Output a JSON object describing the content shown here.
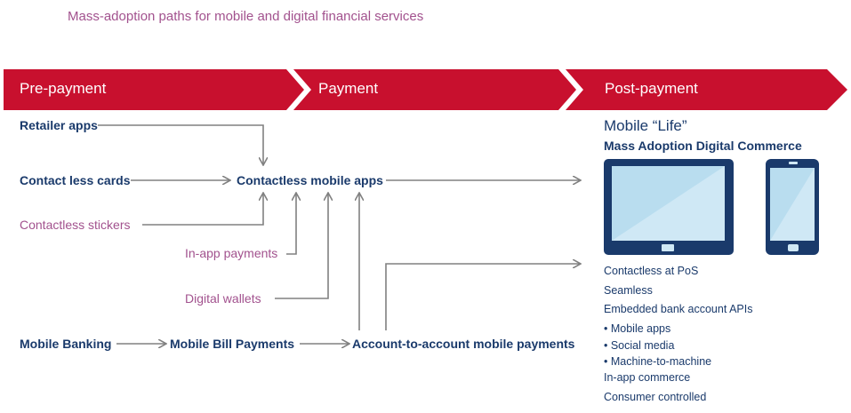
{
  "title": "Mass-adoption paths for mobile and digital financial services",
  "stages": [
    "Pre-payment",
    "Payment",
    "Post-payment"
  ],
  "nodes": {
    "retailer_apps": "Retailer apps",
    "contact_less_cards": "Contact less cards",
    "contactless_stickers": "Contactless stickers",
    "contactless_mobile_apps": "Contactless mobile apps",
    "in_app_payments": "In-app payments",
    "digital_wallets": "Digital wallets",
    "mobile_banking": "Mobile Banking",
    "mobile_bill_payments": "Mobile Bill Payments",
    "account_to_account": "Account-to-account mobile payments"
  },
  "post_payment": {
    "title": "Mobile “Life”",
    "subtitle": "Mass Adoption Digital Commerce",
    "features": [
      "Contactless at PoS",
      "Seamless",
      "Embedded bank account APIs",
      "• Mobile apps",
      "• Social media",
      "• Machine-to-machine",
      "In-app commerce",
      "Consumer controlled"
    ]
  },
  "colors": {
    "band": "#c8102e",
    "navy": "#1a3a6b",
    "purple": "#a2528e",
    "arrow": "#808080",
    "screen": "#cfe8f5"
  }
}
